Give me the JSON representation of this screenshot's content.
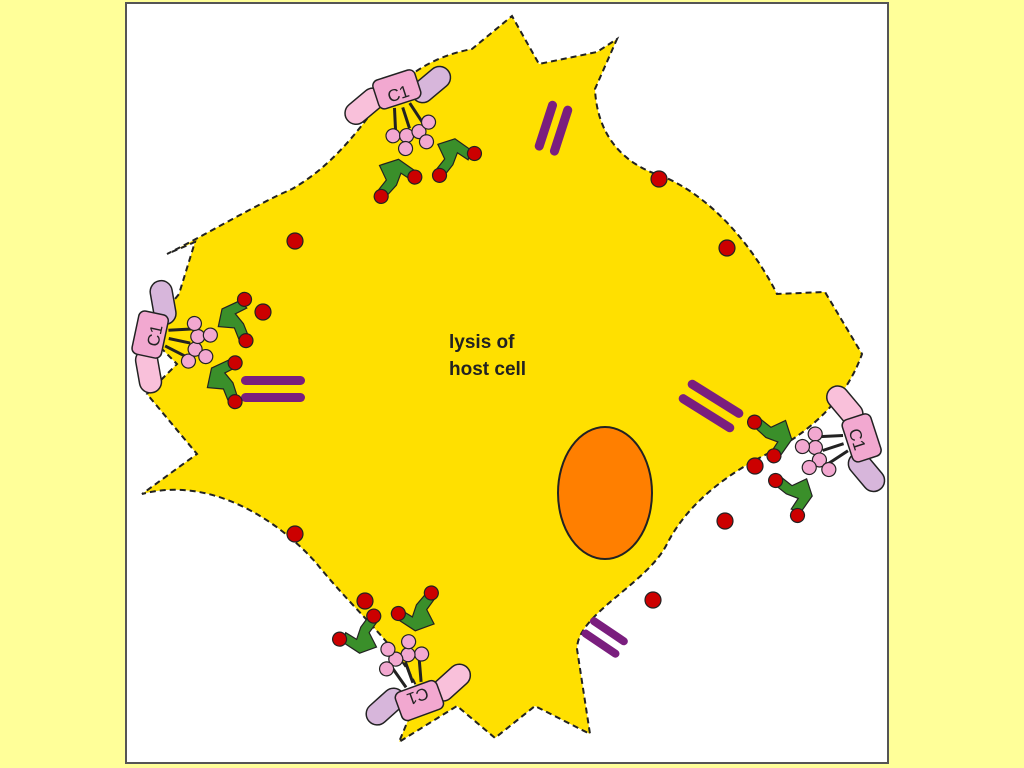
{
  "diagram": {
    "label_line1": "lysis of",
    "label_line2": "host cell",
    "complement_label": "C1"
  },
  "colors": {
    "slide_background": "#FFFF99",
    "cell_membrane_fill": "#FFE000",
    "nucleus": "#FF7F00",
    "antibody": "#3A8F2A",
    "antigen": "#CC0000",
    "c1_head": "#F2A8D0",
    "c1_tail_light": "#F9C0DA",
    "c1_tail_lavender": "#D7B6DB",
    "membrane_pore": "#7A1E7E"
  }
}
